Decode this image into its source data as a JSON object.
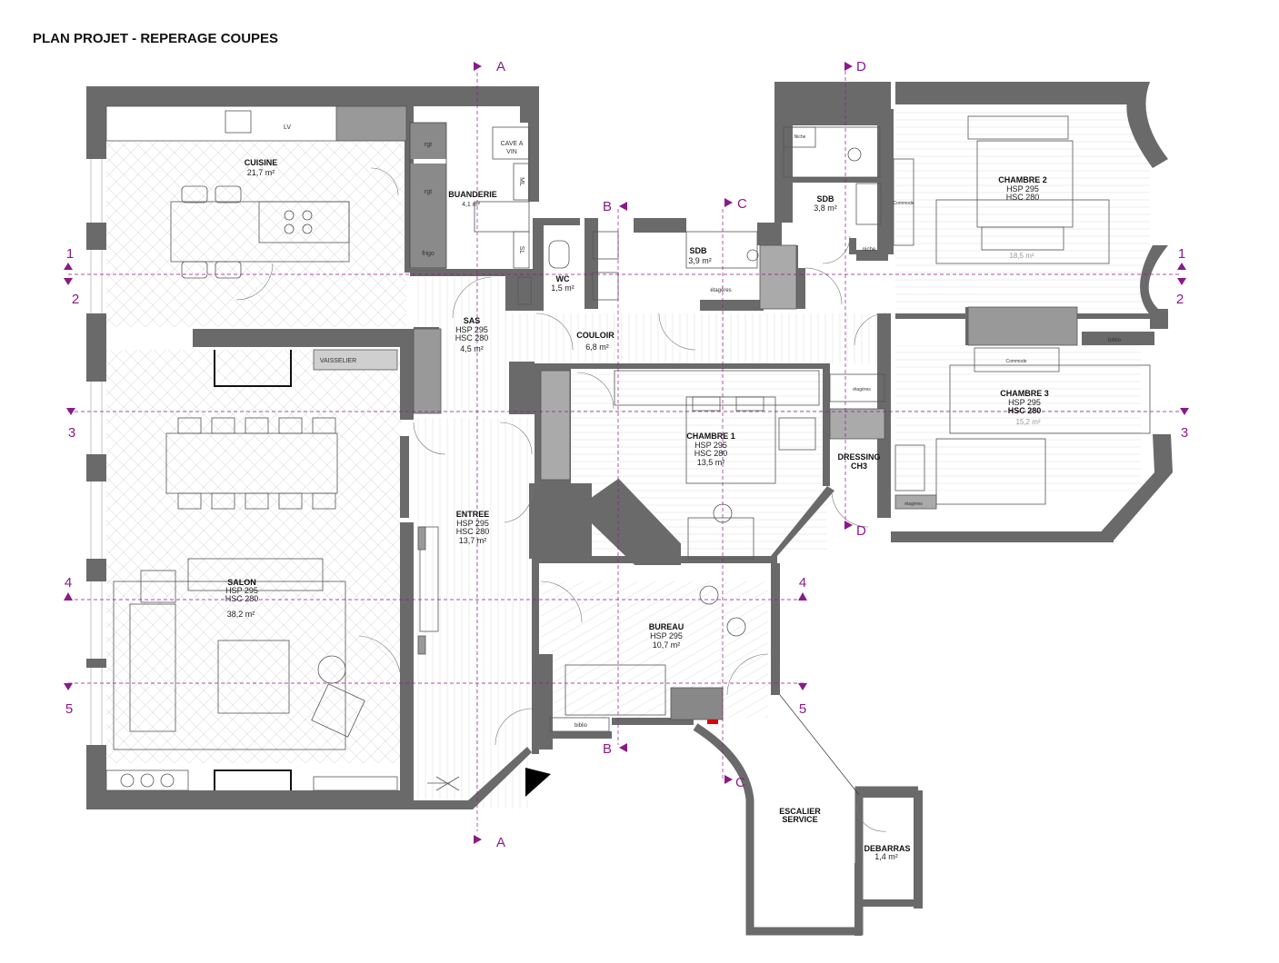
{
  "title": "PLAN PROJET - REPERAGE COUPES",
  "colors": {
    "walls": "#6a6a6a",
    "section_markers": "#8a1a8a",
    "highlight": "#e00000"
  },
  "rooms": {
    "cuisine": {
      "name": "CUISINE",
      "area": "21,7 m²"
    },
    "buanderie": {
      "name": "BUANDERIE",
      "area": "4,1 m²"
    },
    "sas": {
      "name": "SAS",
      "hsp": "HSP 295",
      "hsc": "HSC 280",
      "area": "4,5 m²"
    },
    "wc": {
      "name": "WC",
      "area": "1,5 m²"
    },
    "sdb1": {
      "name": "SDB",
      "area": "3,9 m²"
    },
    "sdb2": {
      "name": "SDB",
      "area": "3,8 m²"
    },
    "couloir": {
      "name": "COULOIR",
      "area": "6,8 m²"
    },
    "chambre1": {
      "name": "CHAMBRE 1",
      "hsp": "HSP 295",
      "hsc": "HSC 280",
      "area": "13,5 m²"
    },
    "chambre2": {
      "name": "CHAMBRE 2",
      "hsp": "HSP 295",
      "hsc": "HSC 280",
      "area": "18,5 m²"
    },
    "chambre3": {
      "name": "CHAMBRE 3",
      "hsp": "HSP 295",
      "hsc": "HSC 280",
      "area": "15,2 m²"
    },
    "dressing": {
      "name1": "DRESSING",
      "name2": "CH3"
    },
    "entree": {
      "name": "ENTREE",
      "hsp": "HSP 295",
      "hsc": "HSC 280",
      "area": "13,7 m²"
    },
    "salon": {
      "name": "SALON",
      "hsp": "HSP 295",
      "hsc": "HSC 280",
      "area": "38,2 m²"
    },
    "bureau": {
      "name": "BUREAU",
      "hsp": "HSP 295",
      "area": "10,7 m²"
    },
    "escalier": {
      "name1": "ESCALIER",
      "name2": "SERVICE"
    },
    "debarras": {
      "name": "DEBARRAS",
      "area": "1,4 m²"
    }
  },
  "fixtures": {
    "rgt": "rgt",
    "frigo": "frigo",
    "cave": [
      "CAVE A",
      "VIN"
    ],
    "ml": "ML",
    "sl": "SL",
    "lv": "LV",
    "vaisselier": "VAISSELIER",
    "niche": "Niche",
    "niche_lower": "niche",
    "commode": "Commode",
    "etageres": "étagères",
    "biblio": "biblio"
  },
  "section_markers": {
    "A": "A",
    "B": "B",
    "C": "C",
    "D": "D",
    "n1": "1",
    "n2": "2",
    "n3": "3",
    "n4": "4",
    "n5": "5"
  }
}
